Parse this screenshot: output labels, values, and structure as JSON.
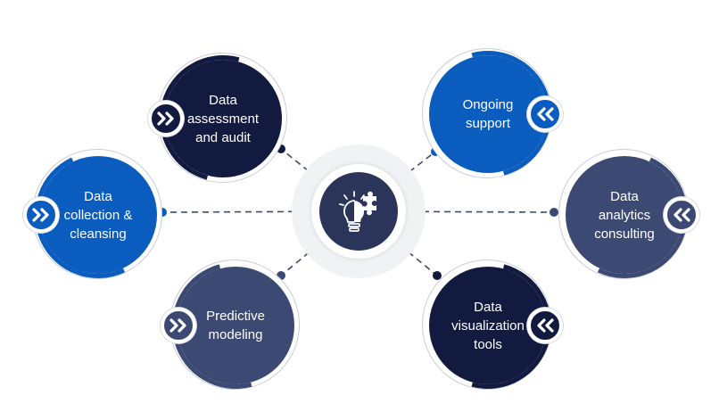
{
  "colors": {
    "navy": "#131a3f",
    "blue": "#0b5cbf",
    "slate": "#3c4a73",
    "hub": "#2b3559",
    "connector": "#3c4a73"
  },
  "hub": {
    "icon": "lightbulb-puzzle-icon"
  },
  "nodes": [
    {
      "id": "data-assessment",
      "label": "Data\nassessment\nand audit",
      "color": "navy",
      "badge_icon": "double-chevron-right-icon"
    },
    {
      "id": "ongoing-support",
      "label": "Ongoing\nsupport",
      "color": "blue",
      "badge_icon": "double-chevron-left-icon"
    },
    {
      "id": "data-collection",
      "label": "Data\ncollection &\ncleansing",
      "color": "blue",
      "badge_icon": "double-chevron-right-icon"
    },
    {
      "id": "data-analytics",
      "label": "Data\nanalytics\nconsulting",
      "color": "slate",
      "badge_icon": "double-chevron-left-icon"
    },
    {
      "id": "predictive-modeling",
      "label": "Predictive\nmodeling",
      "color": "slate",
      "badge_icon": "double-chevron-right-icon"
    },
    {
      "id": "data-visualization",
      "label": "Data\nvisualization\ntools",
      "color": "navy",
      "badge_icon": "double-chevron-left-icon"
    }
  ]
}
